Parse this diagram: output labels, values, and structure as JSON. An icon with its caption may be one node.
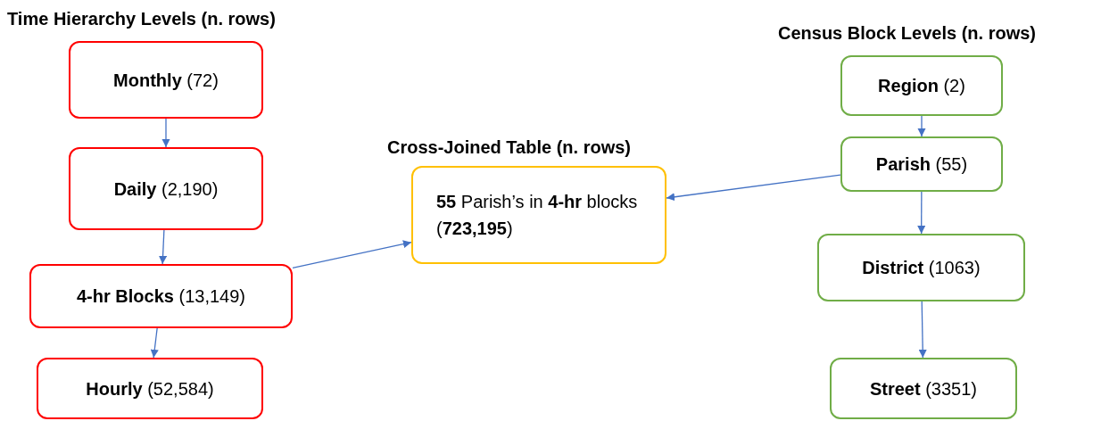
{
  "diagram": {
    "nodes": [
      {
        "text": [
          "**Monthly** (72)"
        ]
      },
      {
        "text": [
          "**Daily** (2,190)"
        ]
      },
      {
        "text": [
          "**4-hr Blocks** (13,149)"
        ]
      },
      {
        "text": [
          "**Hourly** (52,584)"
        ]
      },
      {
        "text": [
          "**55** Parish’s in **4-hr** blocks (**723,195**)"
        ]
      },
      {
        "text": [
          "**Region** (2)"
        ]
      },
      {
        "text": [
          "**Parish** (55)"
        ]
      },
      {
        "text": [
          "**District** (1063)"
        ]
      },
      {
        "text": [
          "**Street** (3351)"
        ]
      }
    ],
    "edges": [
      {
        "from": 0,
        "to": 1,
        "arrow": "to"
      },
      {
        "from": 1,
        "to": 2,
        "arrow": "to"
      },
      {
        "from": 2,
        "to": 3,
        "arrow": "to"
      },
      {
        "from": 2,
        "to": 4,
        "arrow": "to"
      },
      {
        "from": 6,
        "to": 4,
        "arrow": "to"
      },
      {
        "from": 5,
        "to": 6,
        "arrow": "to"
      },
      {
        "from": 6,
        "to": 7,
        "arrow": "to"
      },
      {
        "from": 7,
        "to": 8,
        "arrow": "to"
      }
    ],
    "labels": [
      "Time Hierarchy Levels (n. rows)",
      "Census Block Levels (n. rows)",
      "Cross-Joined Table (n. rows)"
    ]
  }
}
